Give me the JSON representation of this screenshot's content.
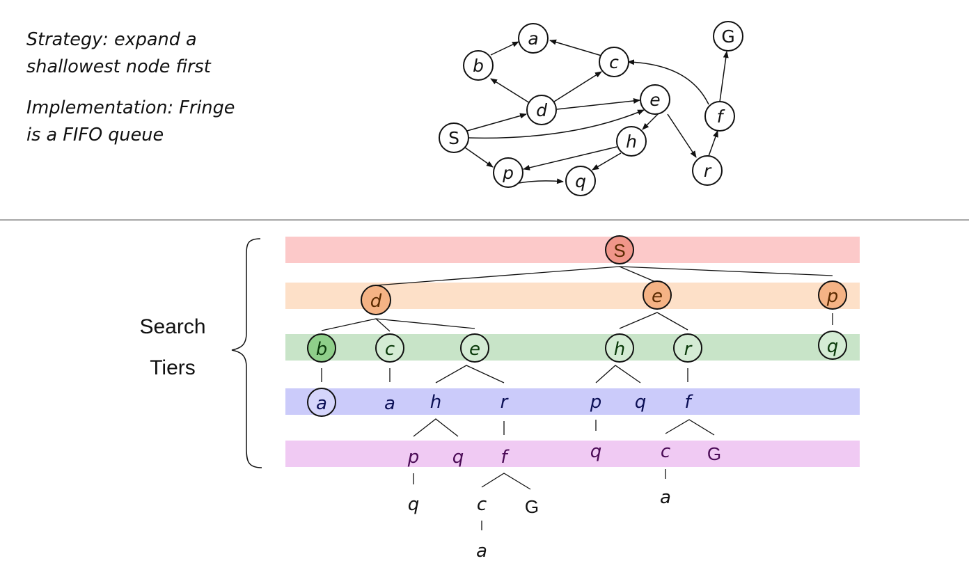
{
  "strategy": {
    "line1": "Strategy: expand a",
    "line2": "shallowest node first",
    "line3": "Implementation: Fringe",
    "line4": "is a FIFO queue"
  },
  "tiers_label": {
    "line1": "Search",
    "line2": "Tiers"
  },
  "colors": {
    "tier0": "#fcc9c9",
    "tier1": "#fde0c8",
    "tier2": "#c8e4c8",
    "tier3": "#cbcbfa",
    "tier4": "#f0caf3",
    "node_tier0": "#f0968a",
    "node_tier1": "#f5b385",
    "node_tier2_first": "#8fcf8a",
    "node_tier2": "#d4ecd4",
    "node_tier3_first": "#d5d5fb",
    "text_tier2": "#0a3a0a",
    "text_tier3": "#0b0f55",
    "text_tier4": "#4a0a55",
    "text_tier1": "#5a2a00"
  },
  "graph": {
    "nodes": [
      "a",
      "b",
      "c",
      "d",
      "e",
      "f",
      "G",
      "S",
      "h",
      "p",
      "q",
      "r"
    ]
  },
  "tree": {
    "tier0": [
      "S"
    ],
    "tier1": [
      "d",
      "e",
      "p"
    ],
    "tier2": [
      "b",
      "c",
      "e",
      "h",
      "r",
      "q"
    ],
    "tier3": [
      "a",
      "a",
      "h",
      "r",
      "p",
      "q",
      "f"
    ],
    "tier4": [
      "p",
      "q",
      "f",
      "q",
      "c",
      "G"
    ],
    "below": [
      "q",
      "c",
      "G",
      "a",
      "a"
    ]
  }
}
